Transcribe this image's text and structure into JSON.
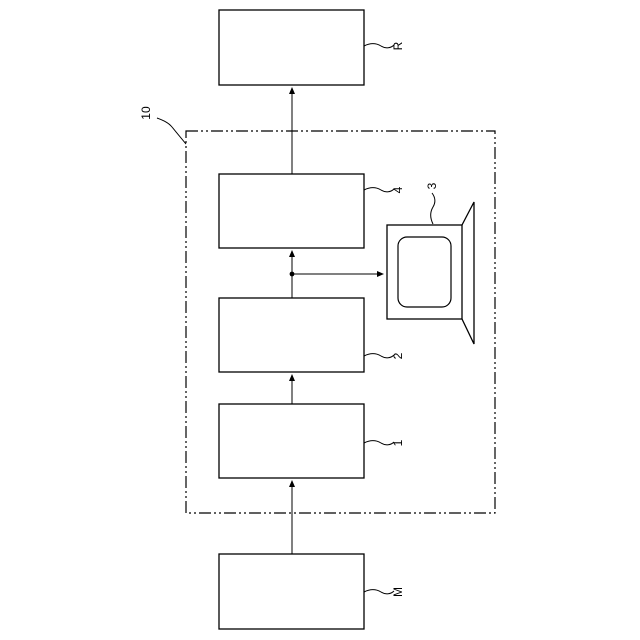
{
  "diagram": {
    "outer_label": "10",
    "blocks": [
      {
        "key": "R",
        "label": "R"
      },
      {
        "key": "4",
        "label": "4"
      },
      {
        "key": "2",
        "label": "2"
      },
      {
        "key": "1",
        "label": "1"
      },
      {
        "key": "M",
        "label": "M"
      }
    ],
    "monitor": {
      "label": "3"
    },
    "colors": {
      "stroke": "#000000",
      "background": "#ffffff"
    }
  }
}
